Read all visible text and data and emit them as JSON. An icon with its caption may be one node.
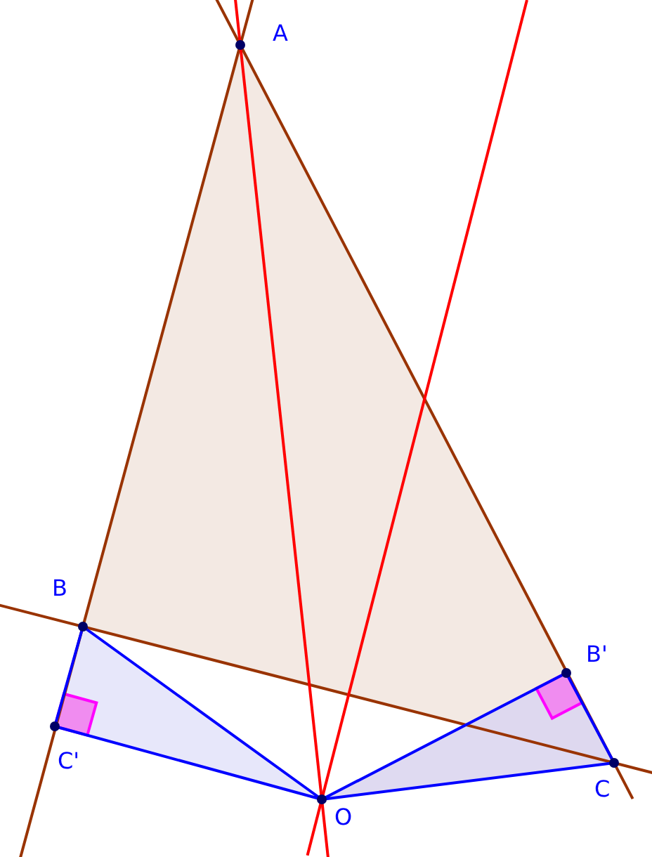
{
  "diagram": {
    "labels": [
      "A",
      "B",
      "B'",
      "C'",
      "C",
      "O"
    ]
  }
}
